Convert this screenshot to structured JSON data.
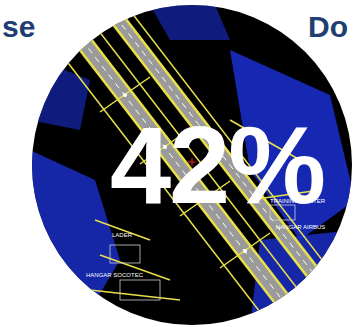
{
  "diagram": {
    "nodes": [
      {
        "text": [
          "42%"
        ]
      }
    ],
    "labels": [
      "se",
      "Do",
      "LADER",
      "HANGAR SOCOTEC",
      "TRAINING CENTER",
      "HANGAR AIRBUS"
    ]
  }
}
